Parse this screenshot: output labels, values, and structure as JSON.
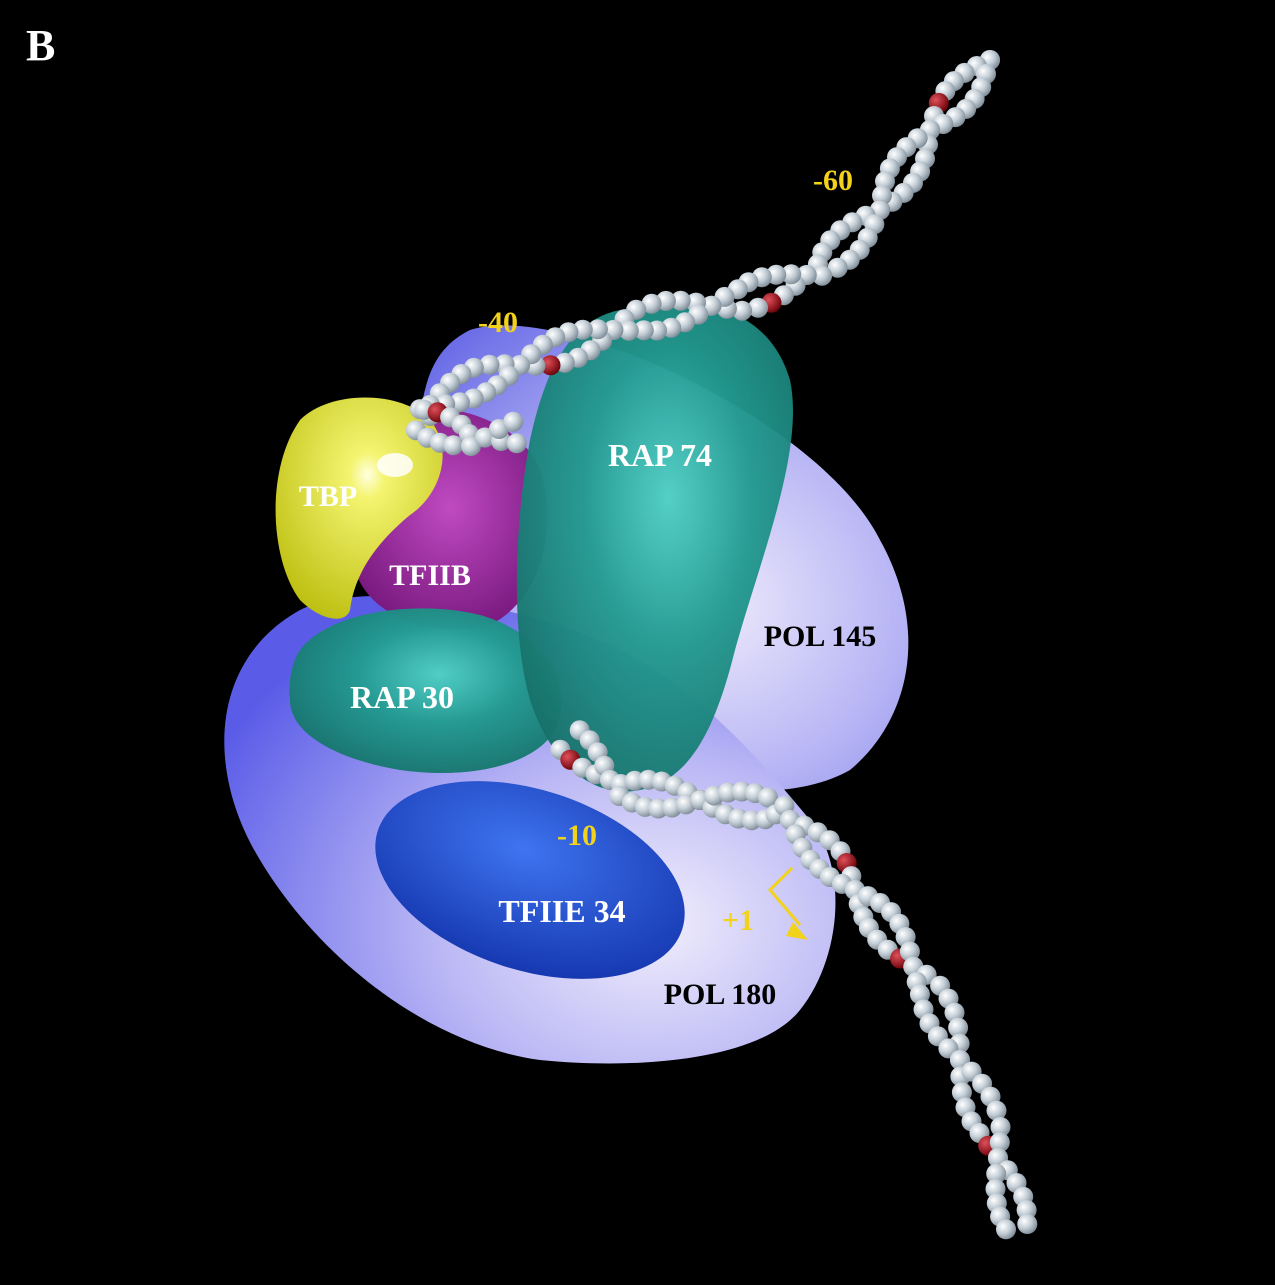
{
  "panel_label": "B",
  "proteins": {
    "tbp": "TBP",
    "tfiib": "TFIIB",
    "rap74": "RAP 74",
    "rap30": "RAP 30",
    "pol145": "POL 145",
    "pol180": "POL 180",
    "tfiie34": "TFIIE 34"
  },
  "dna_positions": {
    "m60": "-60",
    "m40": "-40",
    "m10": "-10",
    "p1": "+1"
  },
  "colors": {
    "background": "#000000",
    "pol": "#8f8ff2",
    "tbp": "#e6e61a",
    "tfiib": "#8a1a8c",
    "rap": "#1f8f86",
    "tfiie": "#1f4fd4",
    "dna_bead": "#c9d4dc",
    "dna_mark": "#a0121a",
    "position_text": "#f2d21a"
  },
  "icons": [
    "transcription-start-arrow-icon"
  ]
}
